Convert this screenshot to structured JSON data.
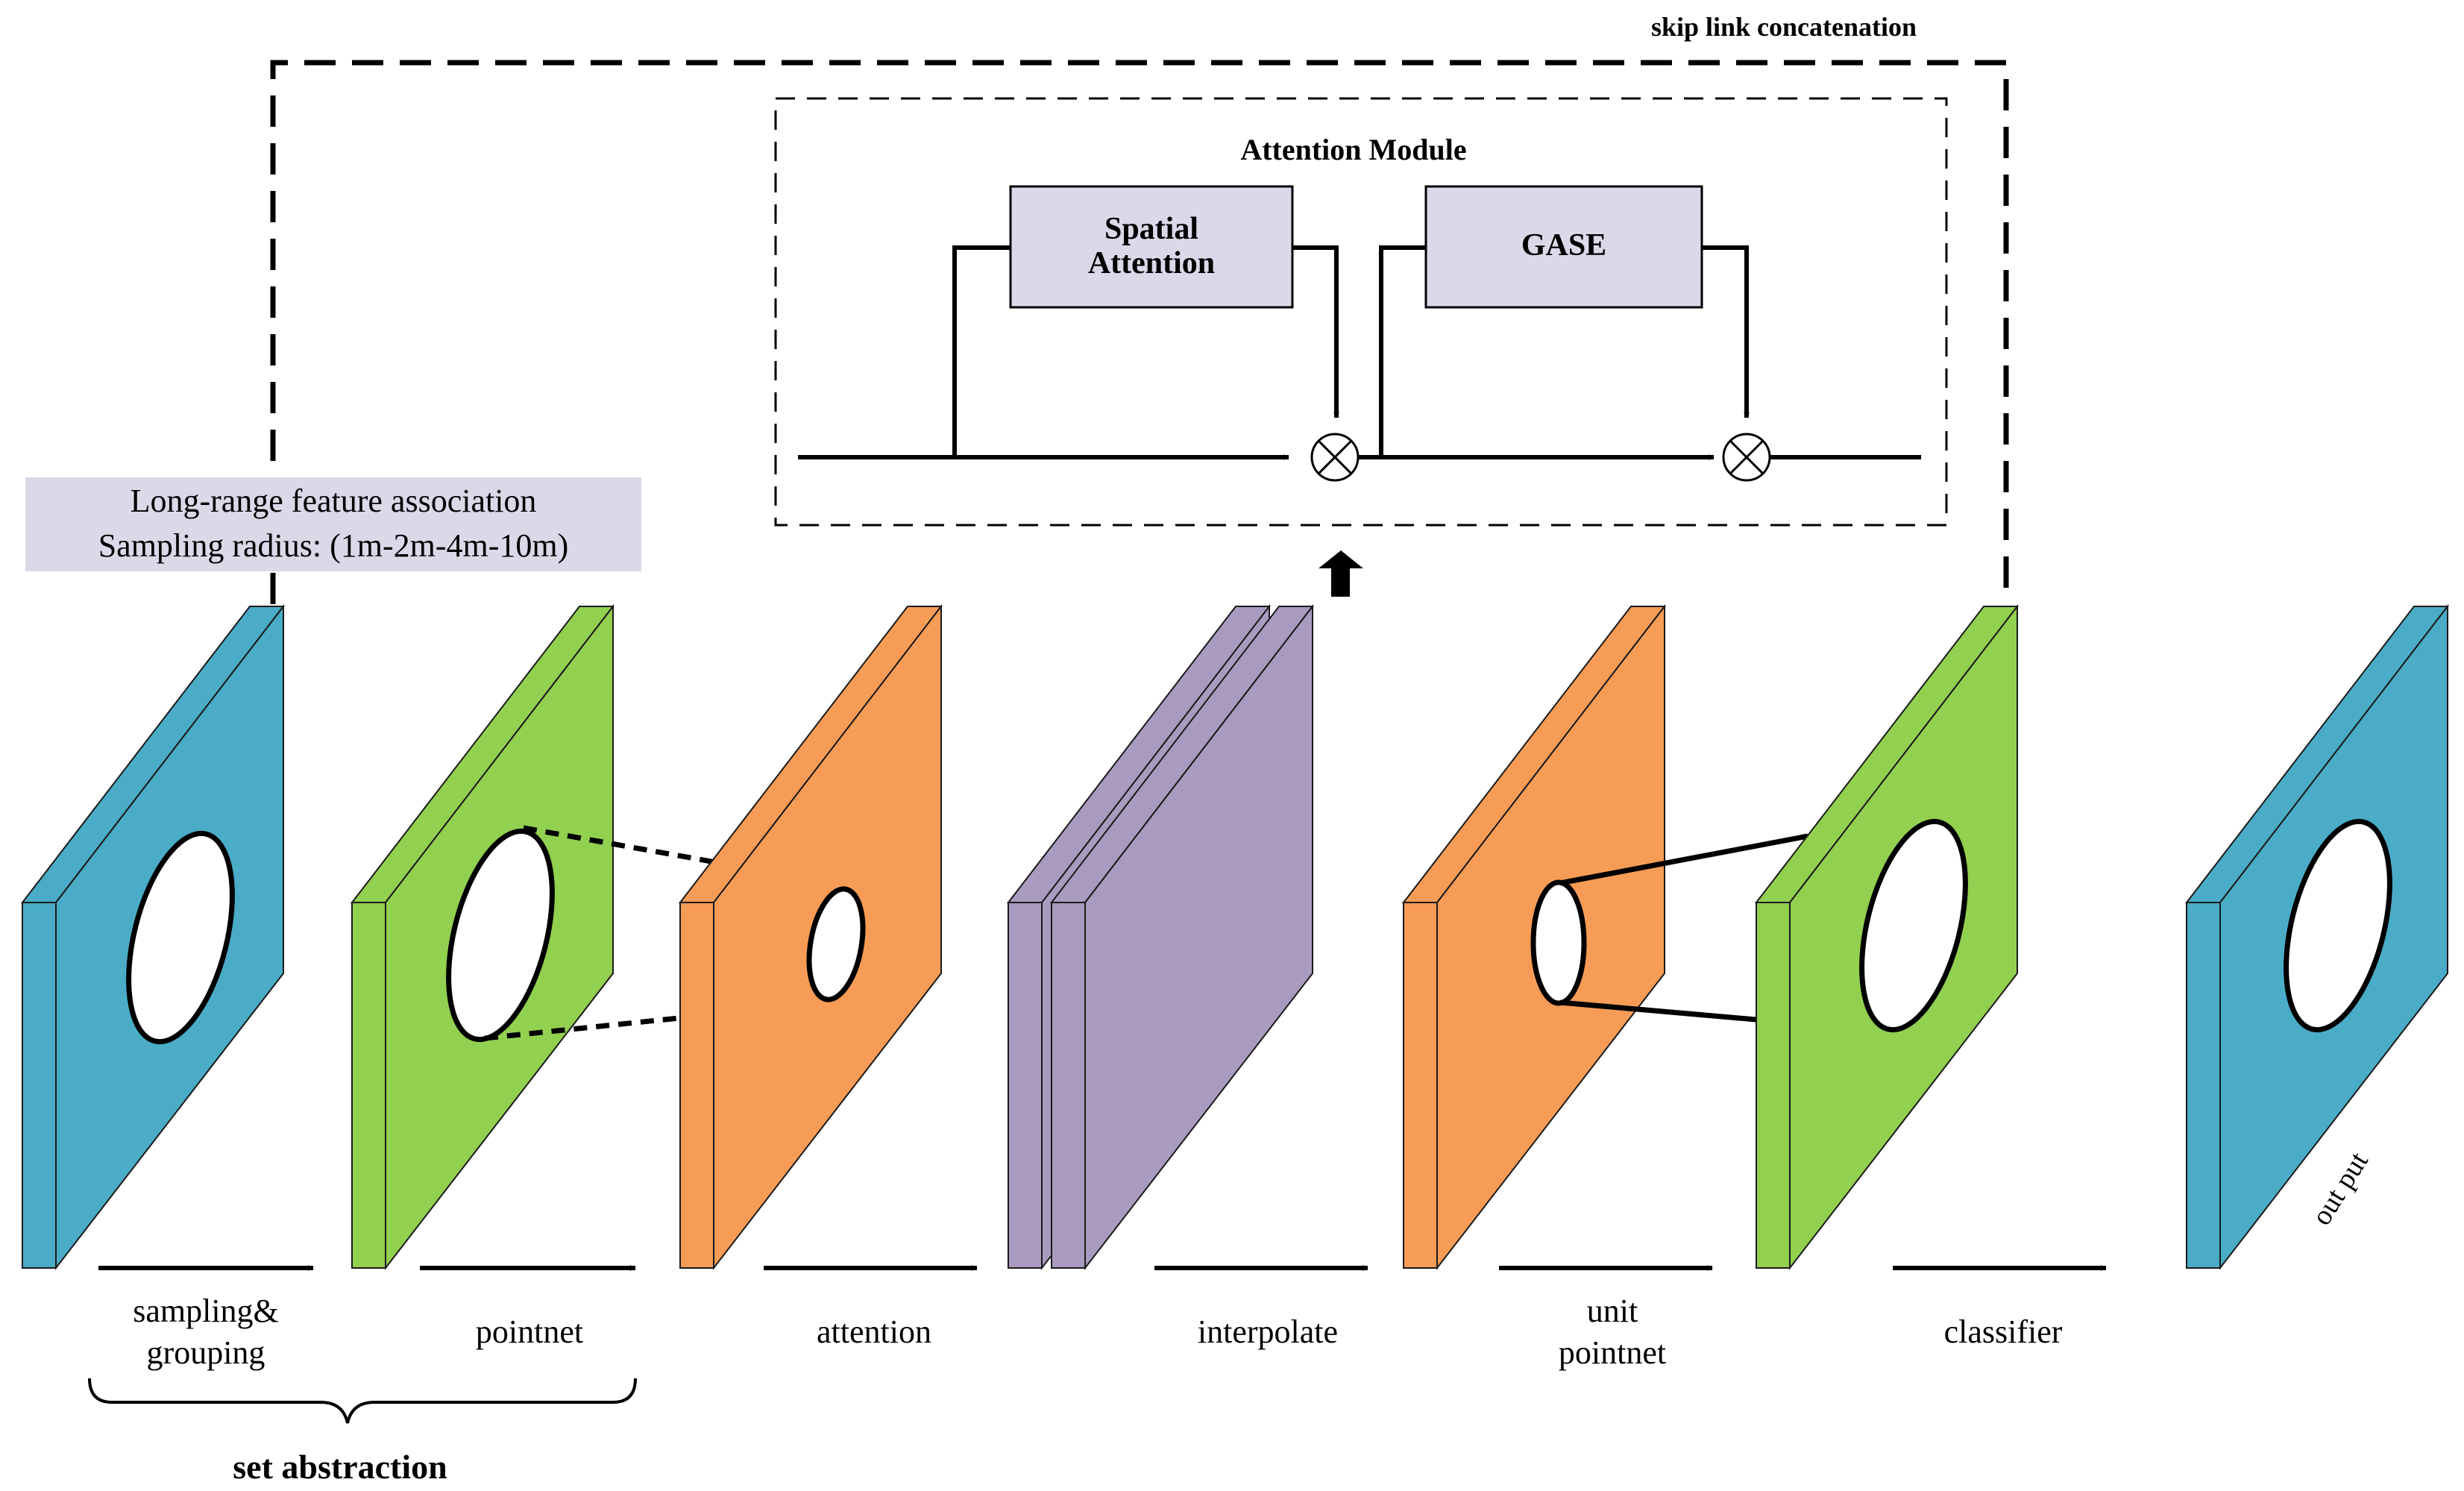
{
  "title_skip": "skip link concatenation",
  "attention_module": {
    "title": "Attention Module",
    "spatial_line1": "Spatial",
    "spatial_line2": "Attention",
    "gase": "GASE"
  },
  "info_box": {
    "line1": "Long-range feature association",
    "line2": "Sampling radius: (1m-2m-4m-10m)"
  },
  "steps": {
    "sampling_line1": "sampling&",
    "sampling_line2": "grouping",
    "pointnet": "pointnet",
    "attention": "attention",
    "interpolate": "interpolate",
    "unit_line1": "unit",
    "unit_line2": "pointnet",
    "classifier": "classifier"
  },
  "set_abstraction": "set abstraction",
  "output_label": "out put",
  "colors": {
    "blue": "#4aacc6",
    "green": "#92d050",
    "orange": "#f79c56",
    "purple": "#a99bc0",
    "box_fill": "#dcd8e8",
    "info_fill": "#ddd8e8"
  }
}
